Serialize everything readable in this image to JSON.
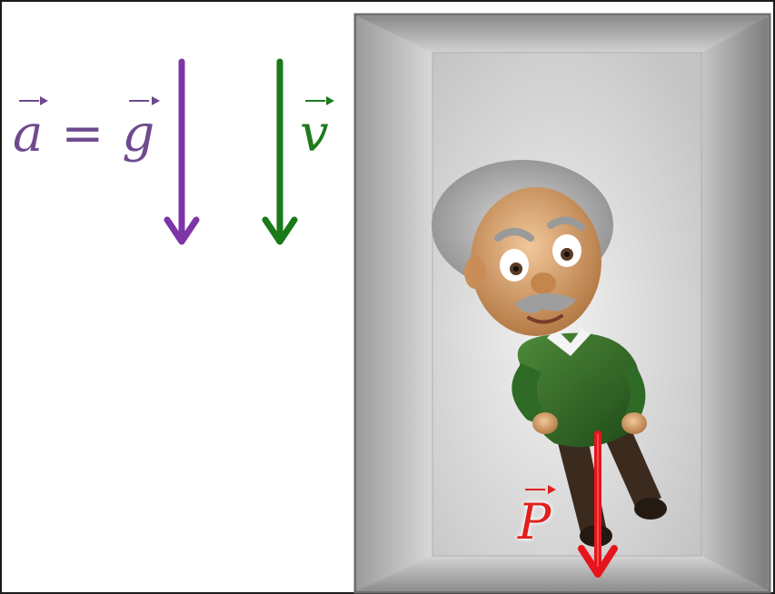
{
  "labels": {
    "acceleration": {
      "symbol": "a",
      "equals": "=",
      "rhs": "g"
    },
    "velocity": {
      "symbol": "v"
    },
    "weight": {
      "symbol": "P"
    }
  },
  "colors": {
    "acceleration": "#7d35a8",
    "velocity": "#1a7a1a",
    "weight": "#e8141b",
    "box_outer": "#9a9a9a",
    "box_inner": "#d6d6d6"
  },
  "illustration": {
    "character": "cartoon-scientist-figure",
    "container": "elevator-box"
  }
}
